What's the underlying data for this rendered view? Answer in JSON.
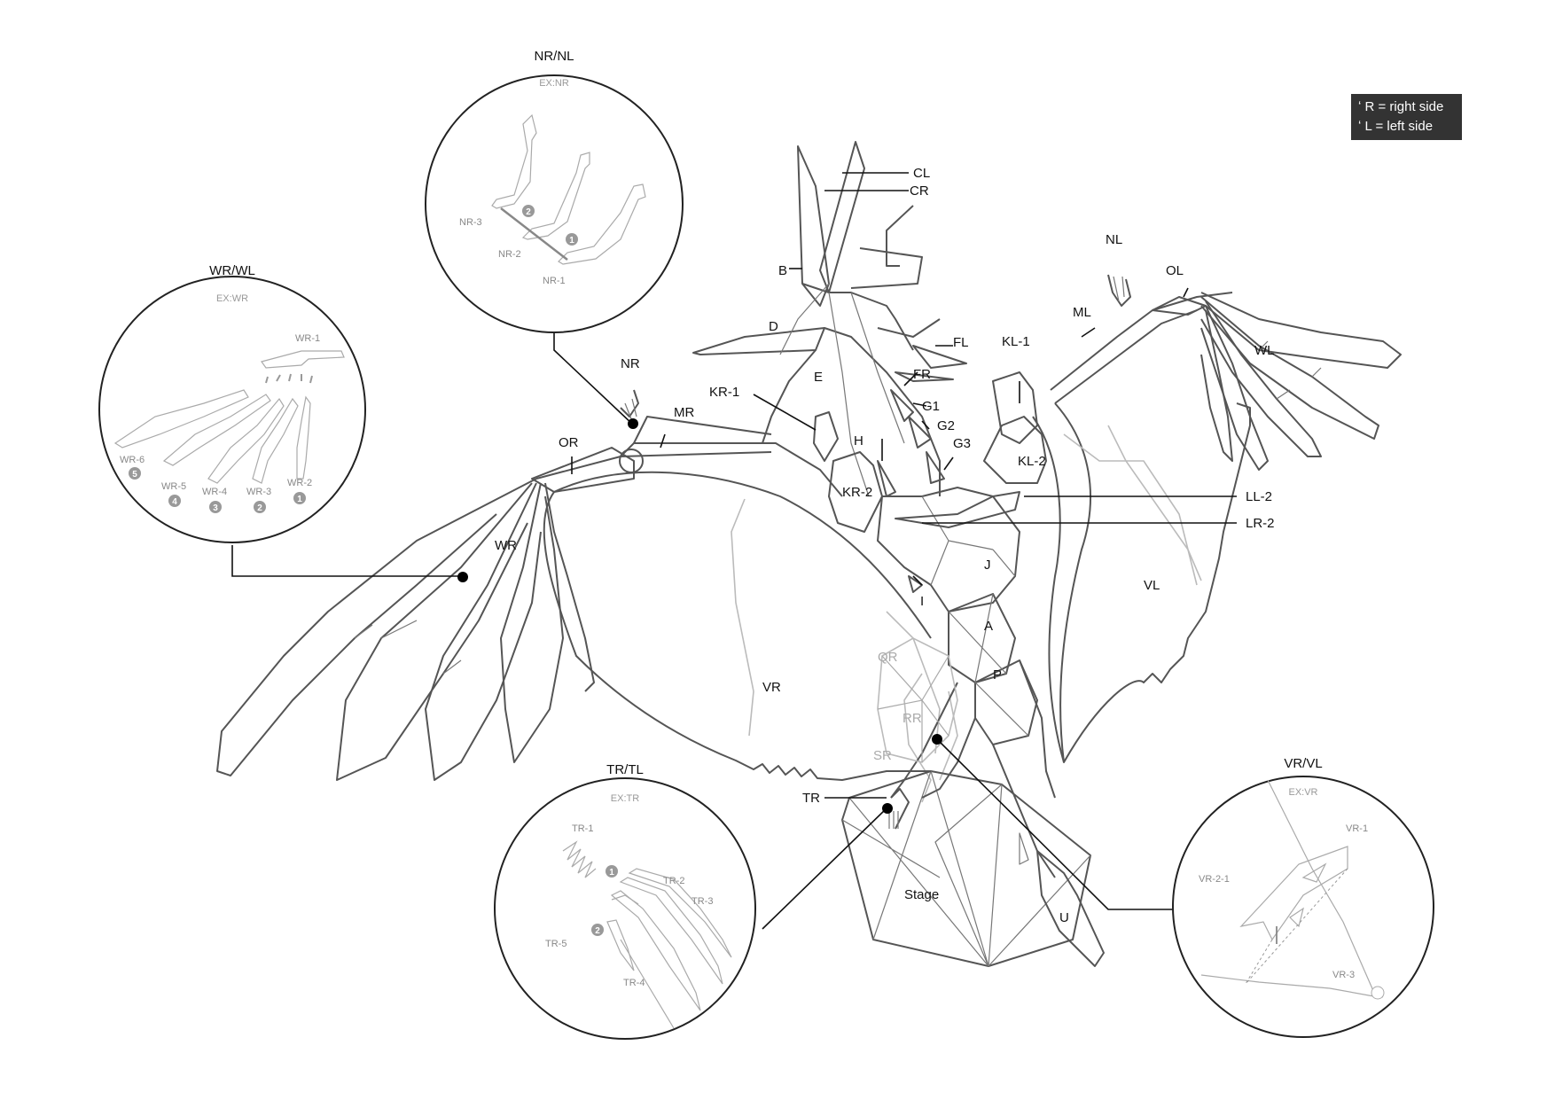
{
  "legend": [
    "ʻ R = right side",
    "ʻ L = left side"
  ],
  "labels": {
    "CL": "CL",
    "CR": "CR",
    "B": "B",
    "D": "D",
    "E": "E",
    "FL": "FL",
    "FR": "FR",
    "G1": "G1",
    "G2": "G2",
    "G3": "G3",
    "H": "H",
    "I": "I",
    "J": "J",
    "A": "A",
    "P": "P",
    "U": "U",
    "KR1": "KR-1",
    "KR2": "KR-2",
    "KL1": "KL-1",
    "KL2": "KL-2",
    "LL2": "LL-2",
    "LR2": "LR-2",
    "NL": "NL",
    "NR": "NR",
    "OL": "OL",
    "OR": "OR",
    "ML": "ML",
    "MR": "MR",
    "WL": "WL",
    "WR": "WR",
    "VL": "VL",
    "VR": "VR",
    "QR": "QR",
    "RR": "RR",
    "SR": "SR",
    "TR": "TR",
    "Stage": "Stage"
  },
  "callouts": {
    "nr": {
      "title": "NR/NL",
      "example": "EX:NR",
      "parts": [
        "NR-3",
        "NR-2",
        "NR-1"
      ],
      "steps": [
        "2",
        "1"
      ]
    },
    "wr": {
      "title": "WR/WL",
      "example": "EX:WR",
      "parts": [
        "WR-1",
        "WR-6",
        "WR-5",
        "WR-4",
        "WR-3",
        "WR-2"
      ],
      "steps": [
        "5",
        "4",
        "3",
        "2",
        "1"
      ]
    },
    "tr": {
      "title": "TR/TL",
      "example": "EX:TR",
      "parts": [
        "TR-1",
        "TR-2",
        "TR-3",
        "TR-5",
        "TR-4"
      ],
      "steps": [
        "1",
        "2"
      ]
    },
    "vr": {
      "title": "VR/VL",
      "example": "EX:VR",
      "parts": [
        "VR-1",
        "VR-2-1",
        "VR-3"
      ]
    }
  },
  "colors": {
    "line": "#555555",
    "faded": "#bbbbbb",
    "legend_bg": "#333333",
    "step_badge": "#999999"
  }
}
